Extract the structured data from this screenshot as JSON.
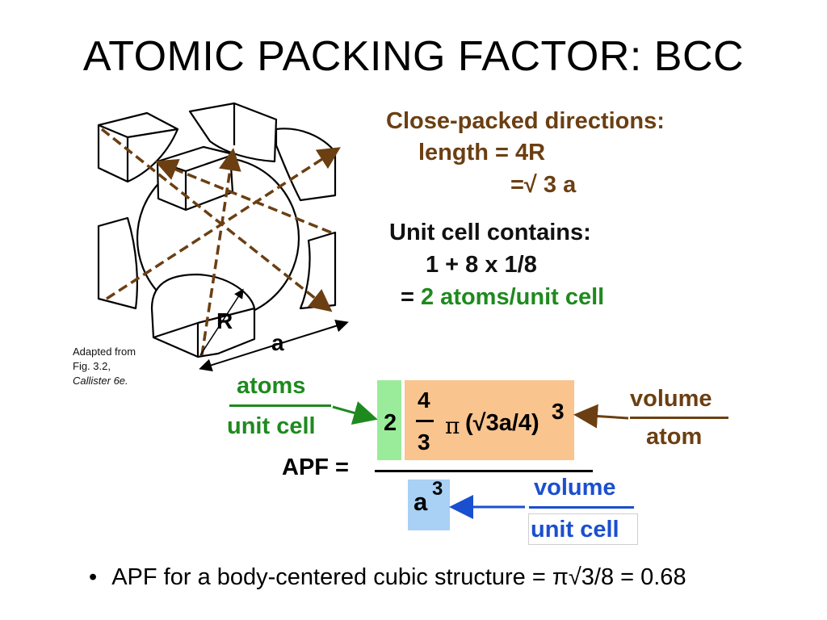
{
  "title": "ATOMIC PACKING FACTOR:  BCC",
  "close_packed": {
    "heading": "Close-packed directions:",
    "length_line": "length = 4R",
    "sqrt_line": "=√ 3 a"
  },
  "unit_cell": {
    "heading": "Unit cell contains:",
    "count_line": "1 + 8 x 1/8",
    "result_prefix": "= ",
    "result_value": "2 atoms/unit cell"
  },
  "figure": {
    "label_r": "R",
    "label_a": "a",
    "credit_line1": "Adapted from",
    "credit_line2": "Fig. 3.2,",
    "credit_line3": "Callister 6e."
  },
  "formula": {
    "atoms_top": "atoms",
    "atoms_bottom": "unit cell",
    "apf_label": "APF =",
    "multiplier": "2",
    "frac_num": "4",
    "frac_den": "3",
    "pi": "π",
    "paren_expr": "(√3a/4)",
    "exponent": "3",
    "denominator_base": "a",
    "denominator_exp": "3",
    "volume_atom_top": "volume",
    "volume_atom_bottom": "atom",
    "volume_cell_top": "volume",
    "volume_cell_bottom": "unit cell"
  },
  "bullet": {
    "symbol": "•",
    "text": "APF for a body-centered cubic structure = π√3/8 = 0.68"
  },
  "colors": {
    "brown": "#6b3f12",
    "green": "#1e8a1e",
    "blue": "#1a4fcf",
    "green_box": "#9aec9a",
    "orange_box": "#f9c48e",
    "blue_box": "#a9d0f5"
  }
}
